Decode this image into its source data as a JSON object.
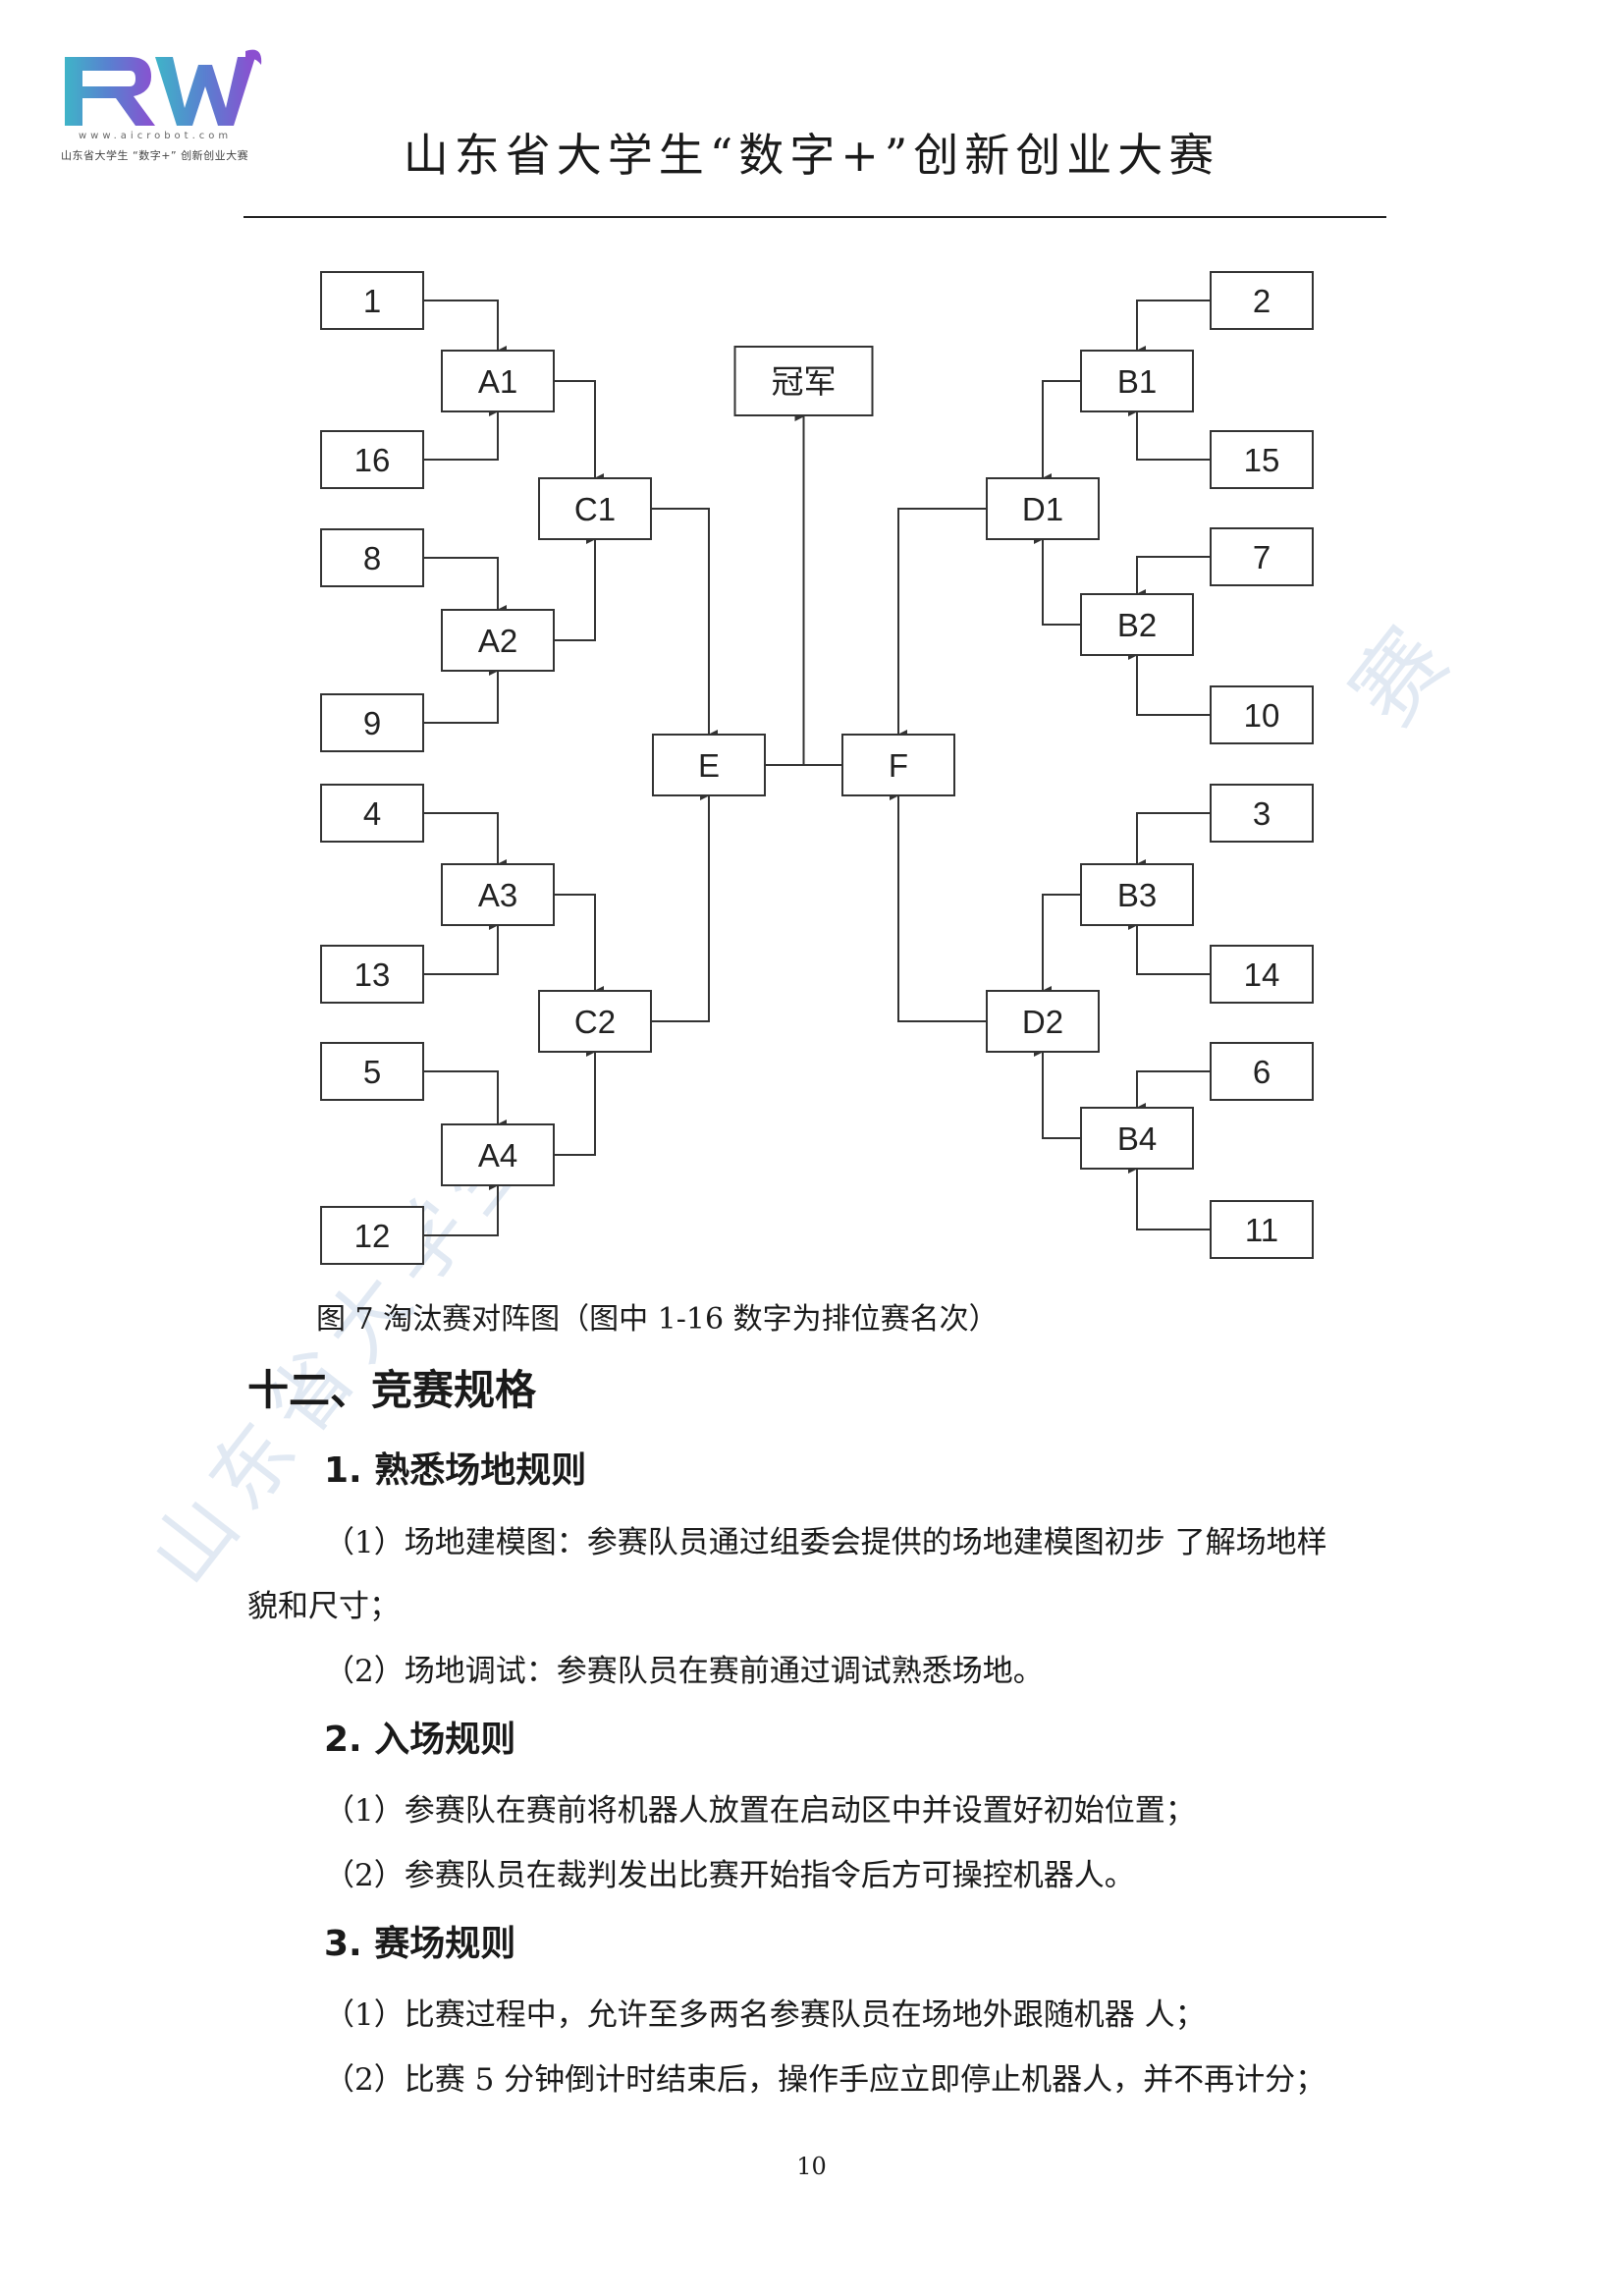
{
  "header": {
    "logo_letters": "RW",
    "logo_url": "www.aicrobot.com",
    "logo_caption": "山东省大学生 “数字+” 创新创业大赛",
    "title": "山东省大学生“数字+”创新创业大赛"
  },
  "watermark": {
    "text1": "山东省大学生",
    "text2": "赛"
  },
  "diagram": {
    "champion": "冠军",
    "left_seeds": [
      "1",
      "16",
      "8",
      "9",
      "4",
      "13",
      "5",
      "12"
    ],
    "right_seeds": [
      "2",
      "15",
      "7",
      "10",
      "3",
      "14",
      "6",
      "11"
    ],
    "left_round1": [
      "A1",
      "A2",
      "A3",
      "A4"
    ],
    "right_round1": [
      "B1",
      "B2",
      "B3",
      "B4"
    ],
    "left_round2": [
      "C1",
      "C2"
    ],
    "right_round2": [
      "D1",
      "D2"
    ],
    "semi": [
      "E",
      "F"
    ],
    "caption": "图 7  淘汰赛对阵图（图中 1-16 数字为排位赛名次）"
  },
  "section": {
    "title": "十二、竞赛规格",
    "sub1": {
      "title": "1. 熟悉场地规则",
      "items": [
        "（1）场地建模图：参赛队员通过组委会提供的场地建模图初步  了解场地样",
        "貌和尺寸；",
        "（2）场地调试：参赛队员在赛前通过调试熟悉场地。"
      ]
    },
    "sub2": {
      "title": "2. 入场规则",
      "items": [
        "（1）参赛队在赛前将机器人放置在启动区中并设置好初始位置；",
        "（2）参赛队员在裁判发出比赛开始指令后方可操控机器人。"
      ]
    },
    "sub3": {
      "title": "3. 赛场规则",
      "items": [
        "（1）比赛过程中，允许至多两名参赛队员在场地外跟随机器  人；",
        "（2）比赛 5 分钟倒计时结束后，操作手应立即停止机器人，并不再计分；"
      ]
    }
  },
  "page_number": "10"
}
